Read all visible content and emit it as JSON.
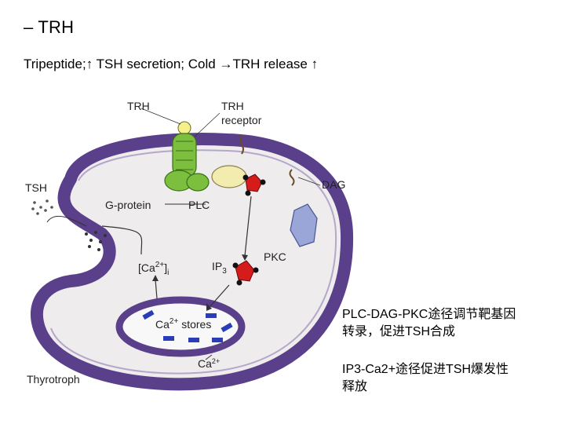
{
  "slide": {
    "title": "– TRH",
    "subtitle_parts": [
      "Tripeptide;↑ TSH secretion; Cold ",
      "TRH release ↑"
    ]
  },
  "figure": {
    "labels": {
      "trh": "TRH",
      "trh_receptor_line1": "TRH",
      "trh_receptor_line2": "receptor",
      "tsh": "TSH",
      "g_protein": "G-protein",
      "plc": "PLC",
      "dag": "DAG",
      "pkc": "PKC",
      "ip3": "IP",
      "ip3_sub": "3",
      "ca_cyto": "[Ca",
      "ca_cyto_sup": "2+",
      "ca_cyto_end": "]",
      "ca_cyto_sub": "i",
      "ca_stores": "Ca",
      "ca_stores_sup": "2+",
      "ca_stores_end": " stores",
      "ca_release": "Ca",
      "ca_release_sup": "2+",
      "thyrotroph": "Thyrotroph"
    },
    "colors": {
      "membrane": "#5a3f8a",
      "cytoplasm": "#efeced",
      "receptor": "#7cbf3e",
      "plc": "#f2ecae",
      "ip3": "#d61b1b",
      "pkc": "#9aa6d8",
      "store_dash": "#2a3db8"
    }
  },
  "notes": {
    "pkc_path_line1": "PLC-DAG-PKC途径调节靶基因",
    "pkc_path_line2": "转录，促进TSH合成",
    "ca_path_line1": "IP3-Ca2+途径促进TSH爆发性",
    "ca_path_line2": "释放"
  }
}
